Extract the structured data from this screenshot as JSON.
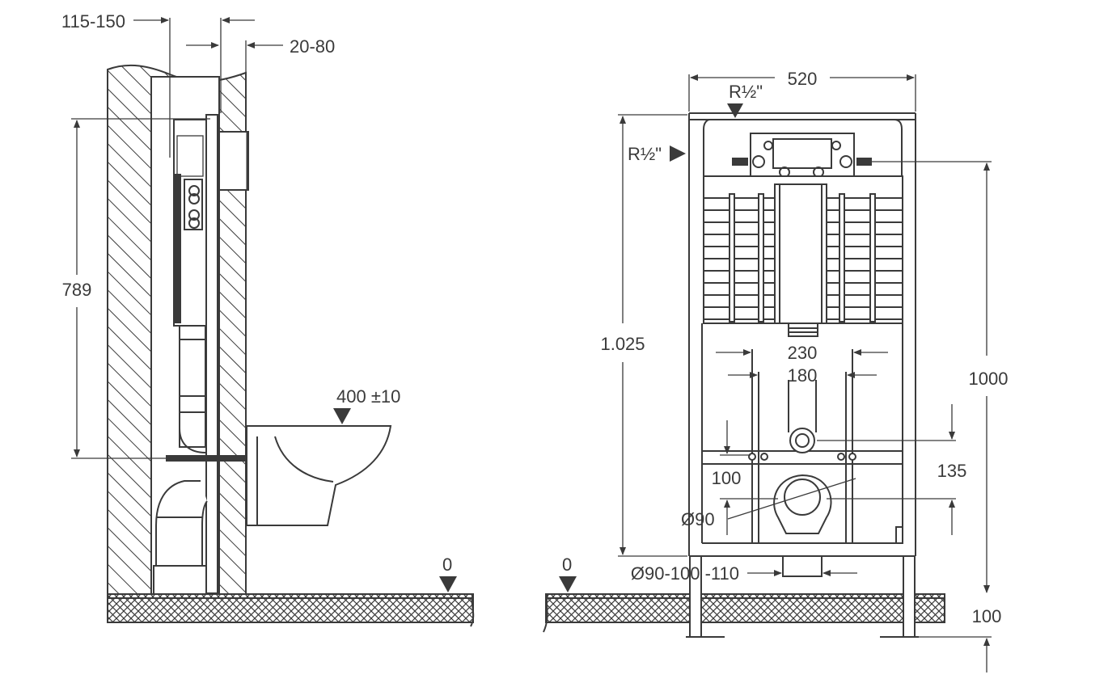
{
  "side_view": {
    "dim_wall_offset": "115-150",
    "dim_frame_depth": "20-80",
    "dim_frame_height": "789",
    "dim_bowl_height": "400 ±10",
    "floor_level": "0"
  },
  "front_view": {
    "dim_frame_width": "520",
    "inlet_top": "R½\"",
    "inlet_side": "R½\"",
    "dim_total_height": "1.025",
    "dim_bolt_outer": "230",
    "dim_bolt_inner": "180",
    "dim_height_1000": "1000",
    "dim_135": "135",
    "dim_100_inner": "100",
    "dim_drain": "Ø90",
    "dim_outlet": "Ø90-100 -110",
    "floor_level": "0",
    "dim_100_floor": "100"
  },
  "colors": {
    "line": "#3a3a3a",
    "background": "#ffffff"
  }
}
